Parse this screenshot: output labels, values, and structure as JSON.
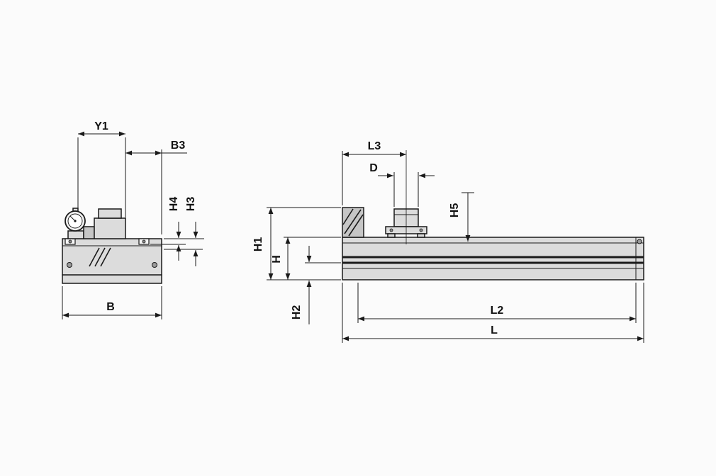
{
  "left_view": {
    "labels": {
      "y1": "Y1",
      "b3": "B3",
      "h4": "H4",
      "h3": "H3",
      "b": "B"
    }
  },
  "right_view": {
    "labels": {
      "l3": "L3",
      "d": "D",
      "h5": "H5",
      "h1": "H1",
      "h": "H",
      "h2": "H2",
      "l2": "L2",
      "l": "L"
    }
  },
  "colors": {
    "line": "#1a1a1a",
    "body_fill": "#dcdcdc",
    "body_fill_dark": "#c6c6c6",
    "dial_fill": "#f2f2f2",
    "background": "#fbfbfb"
  }
}
